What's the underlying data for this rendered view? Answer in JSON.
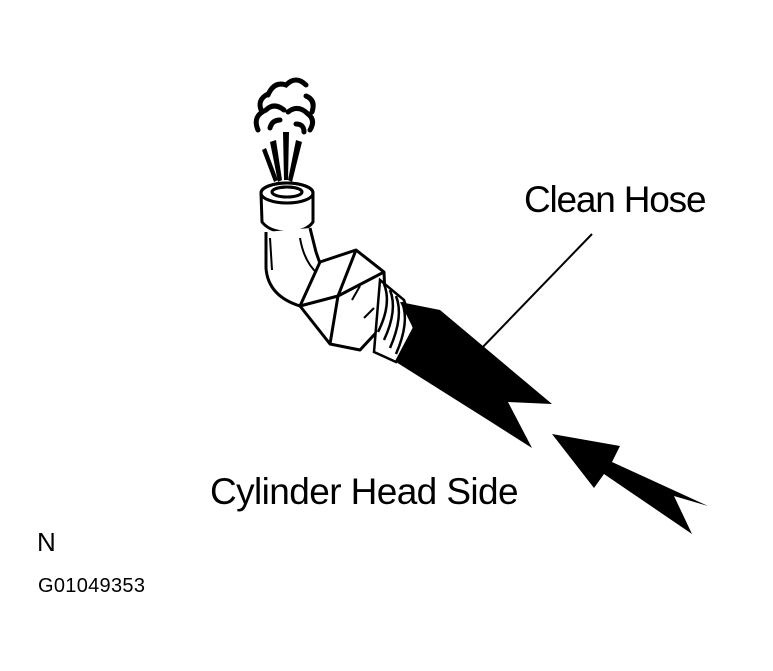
{
  "labels": {
    "clean_hose": "Clean Hose",
    "cylinder_head_side": "Cylinder Head Side",
    "view_letter": "N",
    "figure_id": "G01049353"
  },
  "colors": {
    "ink": "#000000",
    "paper": "#ffffff"
  }
}
